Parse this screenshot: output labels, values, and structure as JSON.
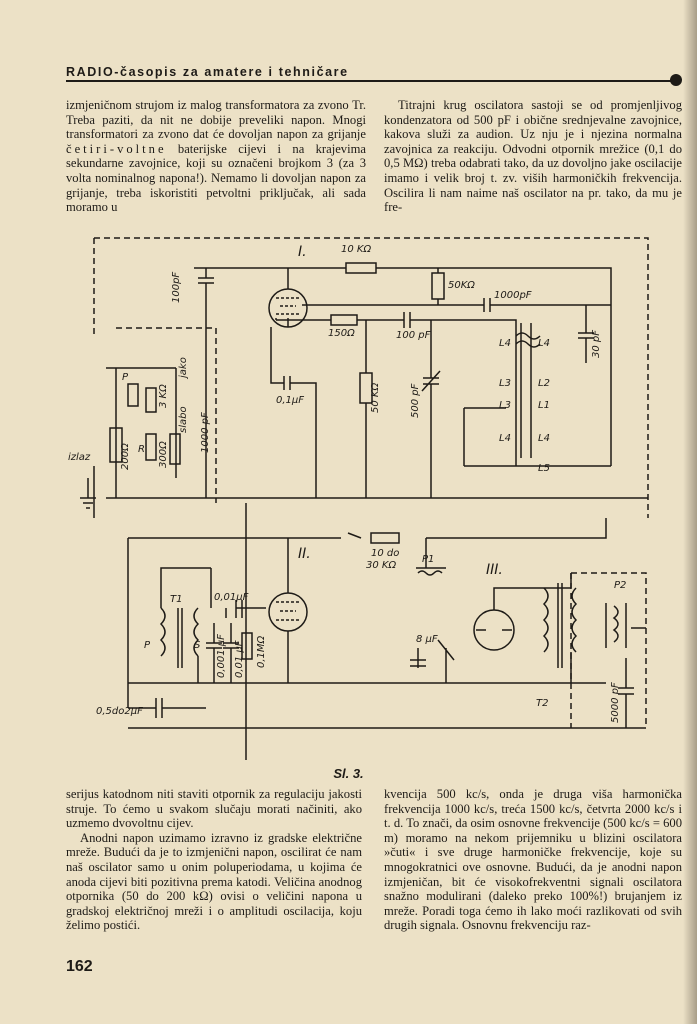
{
  "header": {
    "title": "RADIO-časopis za amatere i tehničare"
  },
  "top": {
    "left_pre": "izmjeničnom strujom iz malog transformatora za zvono Tr. Treba paziti, da nit ne dobije preveliki napon. Mnogi transformatori za zvono dat će dovoljan napon za grijanje",
    "left_spaced": "četiri-voltne",
    "left_post": "baterijske cijevi i na krajevima sekundarne zavojnice, koji su označeni brojkom 3 (za 3 volta nominalnog napona!). Nemamo li dovoljan napon za grijanje, treba iskoristiti petvoltni priključak, ali sada moramo u",
    "right": "Titrajni krug oscilatora sastoji se od promjenljivog kondenzatora od 500 pF i obične srednjevalne zavojnice, kakova služi za audion. Uz nju je i njezina normalna zavojnica za reakciju. Odvodni otpornik mrežice (0,1 do 0,5 MΩ) treba odabrati tako, da uz dovoljno jake oscilacije imamo i velik broj t. zv. viših harmoničkih frekvencija. Oscilira li nam naime naš oscilator na pr. tako, da mu je fre-"
  },
  "figure": {
    "caption": "Sl. 3.",
    "labels": {
      "tube1": "I.",
      "tube2": "II.",
      "tube3": "III.",
      "r_10k": "10 KΩ",
      "r_50k": "50KΩ",
      "c_1000": "1000pF",
      "r_150": "150Ω",
      "c_100a": "100pF",
      "c_100b": "100 pF",
      "c_30": "30 pF",
      "c_01uf": "0,1μF",
      "r_50k_v": "50 KΩ",
      "c_500": "500 pF",
      "l4a": "L4",
      "l4b": "L4",
      "l3a": "L3",
      "l3b": "L3",
      "l2": "L2",
      "l1": "L1",
      "l4c": "L4",
      "l4d": "L4",
      "l5": "L5",
      "p": "P",
      "r_3k": "3 KΩ",
      "jako": "jako",
      "slabo": "slabo",
      "r_300": "300Ω",
      "c_1000_v": "1000 pF",
      "r_200": "200Ω",
      "r_r": "R",
      "izlaz": "izlaz",
      "r_10_30": "10 do",
      "r_10_30b": "30 KΩ",
      "p1": "P1",
      "t1": "T1",
      "c_001": "0,01μF",
      "p_t": "P",
      "s": "S",
      "c_0001": "0,001 μF",
      "c_0001b": "0,01 μF",
      "r_01m": "0,1MΩ",
      "c_8uf": "8 μF",
      "p2": "P2",
      "t2": "T2",
      "c_5000": "5000 pF",
      "c_05_2": "0,5do2μF"
    }
  },
  "bottom": {
    "left_p1": "serijus katodnom niti staviti otpornik za regulaciju jakosti struje. To ćemo u svakom slučaju morati načiniti, ako uzmemo dvovoltnu cijev.",
    "left_p2": "Anodni napon uzimamo izravno iz gradske električne mreže. Budući da je to izmjenični napon, oscilirat će nam naš oscilator samo u onim poluperiodama, u kojima će anoda cijevi biti pozitivna prema katodi. Veličina anodnog otpornika (50 do 200 kΩ) ovisi o veličini napona u gradskoj električnoj mreži i o amplitudi oscilacija, koju želimo postići.",
    "right": "kvencija 500 kc/s, onda je druga viša harmonička frekvencija 1000 kc/s, treća 1500 kc/s, četvrta 2000 kc/s i t. d. To znači, da osim osnovne frekvencije (500 kc/s = 600 m) moramo na nekom prijemniku u blizini oscilatora »čuti« i sve druge harmoničke frekvencije, koje su mnogokratnici ove osnovne. Budući, da je anodni napon izmjeničan, bit će visokofrekventni signali oscilatora snažno modulirani (daleko preko 100%!) brujanjem iz mreže. Poradi toga ćemo ih lako moći razlikovati od svih drugih signala. Osnovnu frekvenciju raz-"
  },
  "page_number": "162"
}
